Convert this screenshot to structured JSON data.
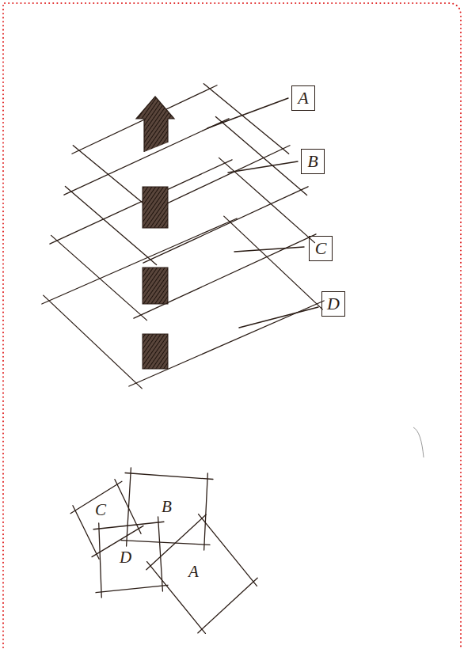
{
  "diagram": {
    "nodes": [
      {
        "text": [
          "A"
        ]
      },
      {
        "text": [
          "B"
        ]
      },
      {
        "text": [
          "C"
        ]
      },
      {
        "text": [
          "D"
        ]
      },
      {
        "text": [
          "C"
        ]
      },
      {
        "text": [
          "B"
        ]
      },
      {
        "text": [
          "D"
        ]
      },
      {
        "text": [
          "A"
        ]
      }
    ]
  }
}
